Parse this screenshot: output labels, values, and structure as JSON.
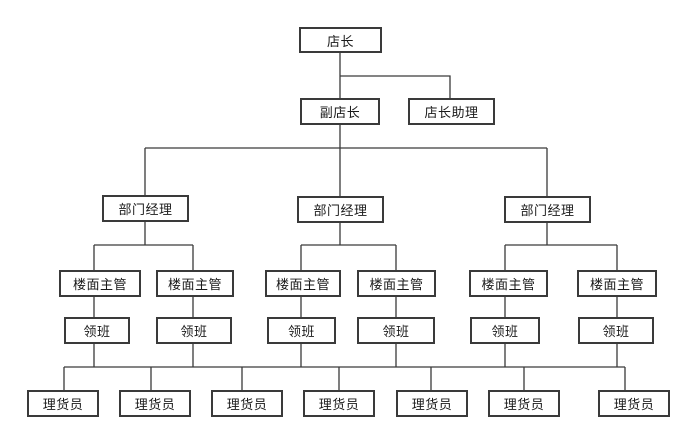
{
  "chart": {
    "store_manager": "店长",
    "deputy_manager": "副店长",
    "assistant_manager": "店长助理",
    "department_managers": [
      "部门经理",
      "部门经理",
      "部门经理"
    ],
    "floor_supervisors": [
      "楼面主管",
      "楼面主管",
      "楼面主管",
      "楼面主管",
      "楼面主管",
      "楼面主管"
    ],
    "team_leads": [
      "领班",
      "领班",
      "领班",
      "领班",
      "领班",
      "领班"
    ],
    "stock_clerks": [
      "理货员",
      "理货员",
      "理货员",
      "理货员",
      "理货员",
      "理货员",
      "理货员"
    ]
  },
  "colors": {
    "line": "#3a3a3a",
    "box_border": "#3a3a3a",
    "background": "#ffffff"
  }
}
